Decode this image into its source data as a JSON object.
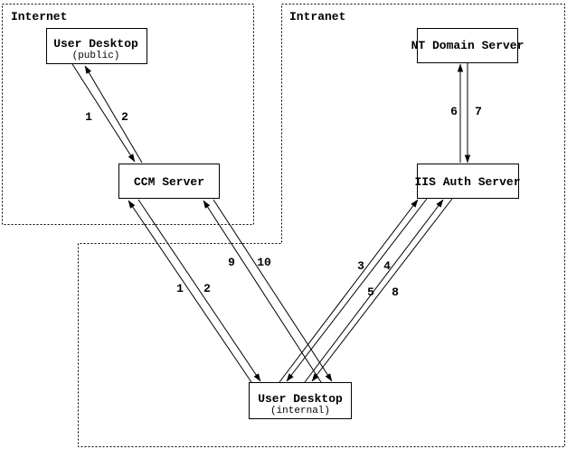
{
  "diagram": {
    "zones": [
      {
        "label": "Internet"
      },
      {
        "label": "Intranet"
      }
    ],
    "nodes": [
      {
        "title": "User Desktop",
        "subtitle": "(public)"
      },
      {
        "title": "CCM Server",
        "subtitle": ""
      },
      {
        "title": "NT Domain Server",
        "subtitle": ""
      },
      {
        "title": "IIS Auth Server",
        "subtitle": ""
      },
      {
        "title": "User Desktop",
        "subtitle": "(internal)"
      }
    ],
    "edges": [
      {
        "step": "1",
        "from": "User Desktop (public)",
        "to": "CCM Server"
      },
      {
        "step": "2",
        "from": "CCM Server",
        "to": "User Desktop (public)"
      },
      {
        "step": "1",
        "from": "User Desktop (internal)",
        "to": "CCM Server"
      },
      {
        "step": "2",
        "from": "CCM Server",
        "to": "User Desktop (internal)"
      },
      {
        "step": "3",
        "from": "User Desktop (internal)",
        "to": "IIS Auth Server"
      },
      {
        "step": "4",
        "from": "IIS Auth Server",
        "to": "User Desktop (internal)"
      },
      {
        "step": "5",
        "from": "User Desktop (internal)",
        "to": "IIS Auth Server"
      },
      {
        "step": "6",
        "from": "IIS Auth Server",
        "to": "NT Domain Server"
      },
      {
        "step": "7",
        "from": "NT Domain Server",
        "to": "IIS Auth Server"
      },
      {
        "step": "8",
        "from": "IIS Auth Server",
        "to": "User Desktop (internal)"
      },
      {
        "step": "9",
        "from": "User Desktop (internal)",
        "to": "CCM Server"
      },
      {
        "step": "10",
        "from": "CCM Server",
        "to": "User Desktop (internal)"
      }
    ],
    "colors": {
      "line": "#000000",
      "background": "#ffffff"
    }
  }
}
